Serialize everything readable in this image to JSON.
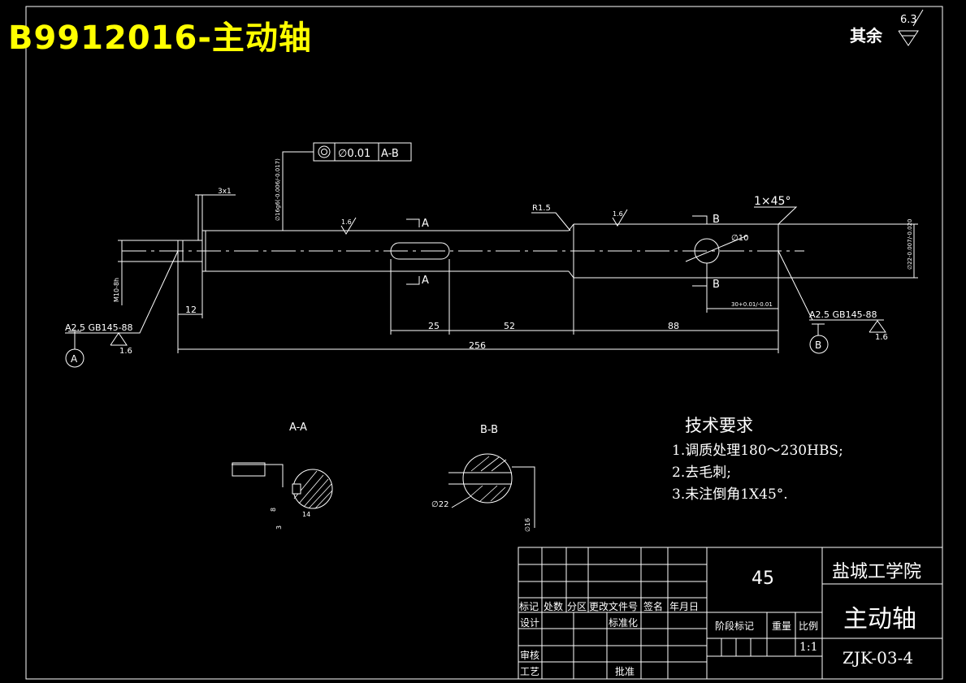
{
  "header": {
    "title": "B9912016-主动轴",
    "surface_rest_label": "其余",
    "surface_rest_value": "6.3"
  },
  "drawing": {
    "tolerance_frame": {
      "symbol": "◎",
      "value": "∅0.01",
      "datum": "A-B"
    },
    "chamfer_top": "1×45°",
    "fillet": "R1.5",
    "left_groove": "3x1",
    "diameter_left": "∅16g6(-0.006/-0.017)",
    "thread_left": "M10-8h",
    "dims": {
      "d12": "12",
      "d25": "25",
      "d52": "52",
      "d88": "88",
      "d256": "256",
      "d30": "30+0.01/-0.01",
      "hole": "∅10",
      "right_dia": "∅22-0.007/-0.020"
    },
    "rough": {
      "r_mid": "1.6",
      "r_right": "1.6"
    },
    "section_marks": {
      "a": "A",
      "b": "B"
    },
    "center_left": "A2.5 GB145-88",
    "center_right": "A2.5 GB145-88",
    "datum_left": "A",
    "datum_right": "B",
    "roughness_center": "1.6",
    "section_aa": {
      "label": "A-A",
      "d1": "8",
      "d2": "14",
      "d3": "3"
    },
    "section_bb": {
      "label": "B-B",
      "dia": "∅22",
      "d2": "∅16"
    }
  },
  "tech": {
    "title": "技术要求",
    "items": [
      "1.调质处理180～230HBS;",
      "2.去毛刺;",
      "3.未注倒角1X45°."
    ]
  },
  "titleblock": {
    "material": "45",
    "school": "盐城工学院",
    "part_name": "主动轴",
    "drawing_no": "ZJK-03-4",
    "scale": "1:1",
    "headers": [
      "标记",
      "处数",
      "分区",
      "更改文件号",
      "签名",
      "年月日"
    ],
    "design": "设计",
    "standard": "标准化",
    "review": "审核",
    "process": "工艺",
    "approve": "批准",
    "stage": "阶段标记",
    "weight": "重量",
    "ratio": "比例"
  }
}
